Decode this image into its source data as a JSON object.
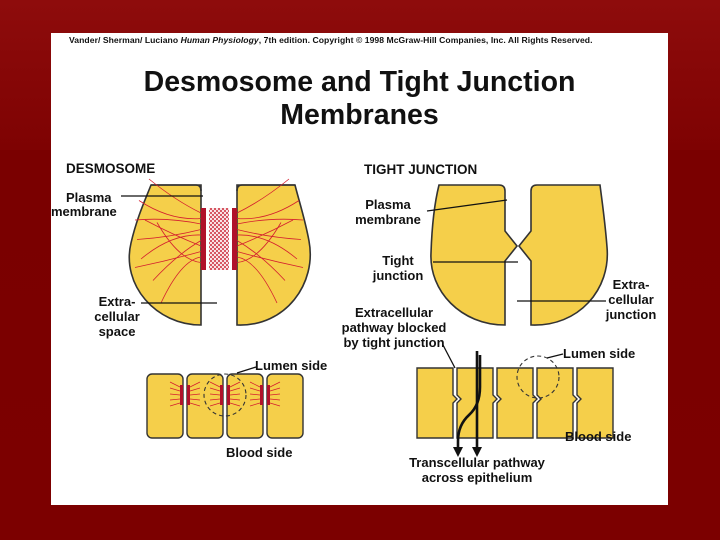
{
  "slide": {
    "background_color": "#7a0000",
    "panel_color": "#ffffff"
  },
  "credit": {
    "prefix": "Vander/ Sherman/ Luciano ",
    "book": "Human Physiology",
    "suffix": ", 7th edition. Copyright © 1998 McGraw-Hill Companies, Inc. All Rights Reserved."
  },
  "title": {
    "line1": "Desmosome and Tight Junction",
    "line2": "Membranes"
  },
  "desmosome": {
    "heading": "DESMOSOME",
    "plasma_membrane": [
      "Plasma",
      "membrane"
    ],
    "extracellular_space": [
      "Extra-",
      "cellular",
      "space"
    ],
    "lumen_side": "Lumen side",
    "blood_side": "Blood side"
  },
  "tight_junction": {
    "heading": "TIGHT JUNCTION",
    "plasma_membrane": [
      "Plasma",
      "membrane"
    ],
    "tight_junction": [
      "Tight",
      "junction"
    ],
    "extracellular_junction": [
      "Extra-",
      "cellular",
      "junction"
    ],
    "pathway_blocked": [
      "Extracellular",
      "pathway blocked",
      "by tight junction"
    ],
    "lumen_side": "Lumen side",
    "blood_side": "Blood side",
    "transcellular": [
      "Transcellular pathway",
      "across epithelium"
    ]
  },
  "colors": {
    "cell_fill": "#f5cf4a",
    "cell_stroke": "#333333",
    "plaque": "#b0122b",
    "filament": "#d41e2e",
    "leader": "#111111"
  }
}
